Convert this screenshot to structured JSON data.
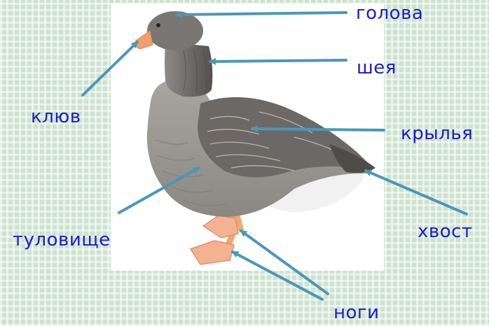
{
  "labels": {
    "head": "голова",
    "neck": "шея",
    "beak": "клюв",
    "wings": "крылья",
    "body": "туловище",
    "tail": "хвост",
    "legs": "ноги"
  },
  "colors": {
    "arrow": "#4a98b8",
    "text": "#1c1ccc",
    "background": "#cde3cf"
  }
}
